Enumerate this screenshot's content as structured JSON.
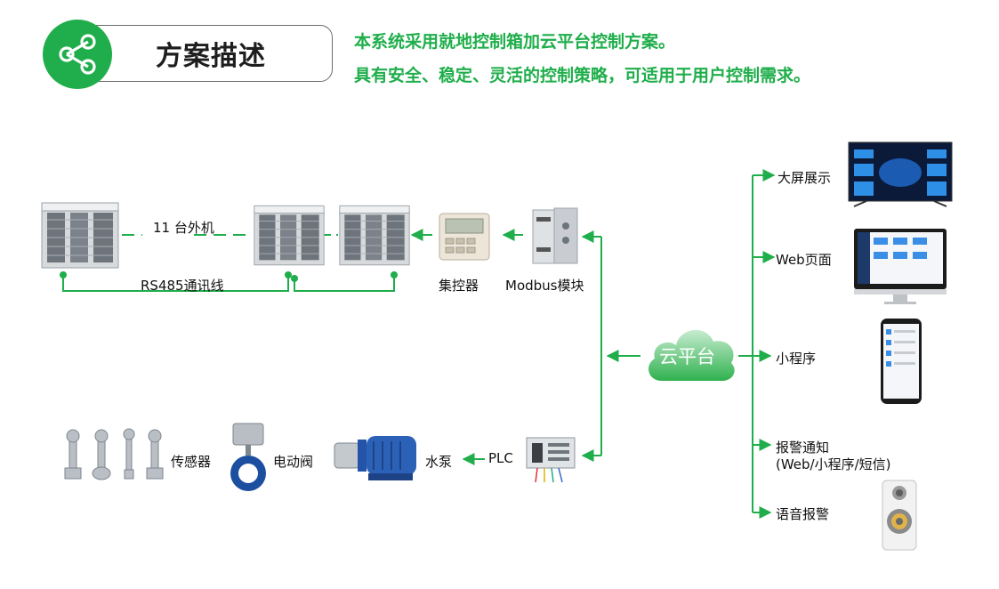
{
  "header": {
    "title": "方案描述",
    "intro_line1": "本系统采用就地控制箱加云平台控制方案。",
    "intro_line2": "具有安全、稳定、灵活的控制策略，可适用于用户控制需求。"
  },
  "colors": {
    "accent": "#1fae4b",
    "cloud_top": "#b9e7c4",
    "cloud_bottom": "#2fb14f"
  },
  "left_system": {
    "unit_count_label": "11 台外机",
    "bus_label": "RS485通讯线",
    "controller_label": "集控器",
    "module_label": "Modbus模块",
    "sensor_label": "传感器",
    "valve_label": "电动阀",
    "pump_label": "水泵",
    "plc_label": "PLC"
  },
  "cloud": {
    "label": "云平台"
  },
  "outputs": {
    "big_screen": "大屏展示",
    "web_page": "Web页面",
    "mini_program": "小程序",
    "alarm_notice_line1": "报警通知",
    "alarm_notice_line2": "(Web/小程序/短信)",
    "voice_alarm": "语音报警"
  }
}
